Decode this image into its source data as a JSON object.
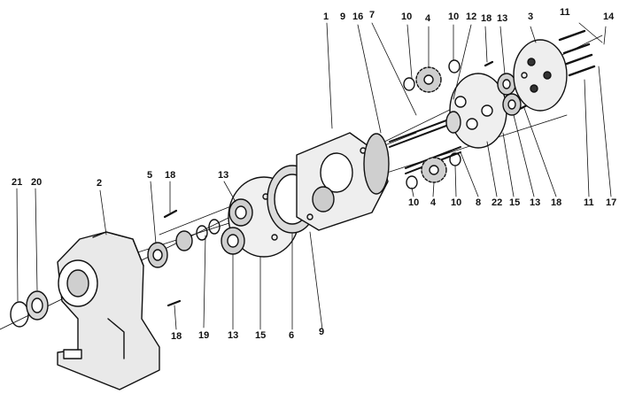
{
  "diagram": {
    "ink_color": "#111111",
    "paper_color": "#ffffff",
    "callouts": {
      "c1": "1",
      "c16": "16",
      "c7": "7",
      "c10a": "10",
      "c4a": "4",
      "c10b": "10",
      "c12": "12",
      "c18a": "18",
      "c13a": "13",
      "c3": "3",
      "c11a": "11",
      "c14": "14",
      "c9a": "9",
      "c21": "21",
      "c20": "20",
      "c2": "2",
      "c5": "5",
      "c18b": "18",
      "c13b": "13",
      "c10c": "10",
      "c4b": "4",
      "c10d": "10",
      "c8": "8",
      "c22": "22",
      "c15a": "15",
      "c13c": "13",
      "c18c": "18",
      "c11b": "11",
      "c17": "17",
      "c19": "19",
      "c18d": "18",
      "c13d": "13",
      "c15b": "15",
      "c6": "6",
      "c9b": "9"
    }
  }
}
